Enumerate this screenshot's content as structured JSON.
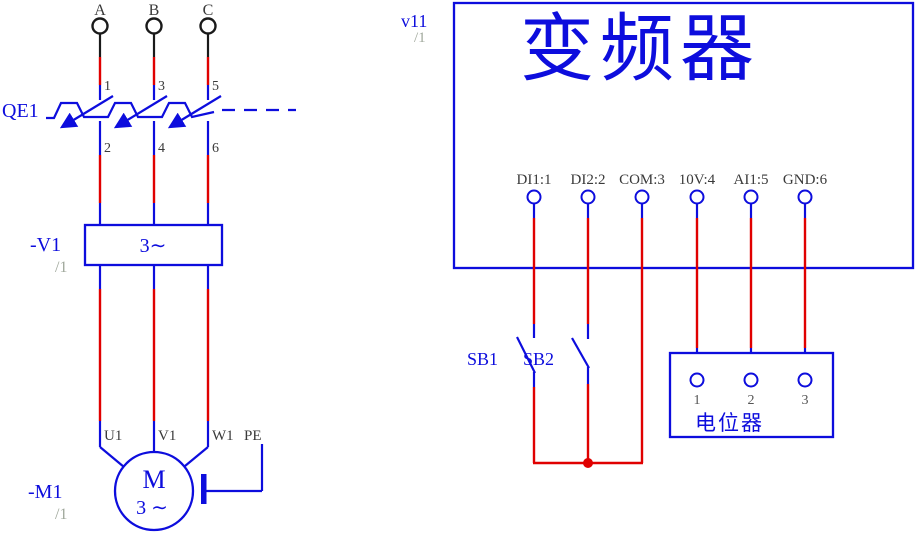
{
  "colors": {
    "wire_red": "#e00000",
    "symbol_blue": "#0d0ddd",
    "wire_black": "#1a1a1a",
    "annotation_gray": "#a0a89c",
    "text_dark": "#3a3a3a"
  },
  "left_circuit": {
    "phase_labels": [
      "A",
      "B",
      "C"
    ],
    "breaker": {
      "tag": "QE1",
      "top_pins": [
        "1",
        "3",
        "5"
      ],
      "bottom_pins": [
        "2",
        "4",
        "6"
      ]
    },
    "inverter_block": {
      "tag": "-V1",
      "page_ref": "/1",
      "inner_text": "3∼"
    },
    "motor": {
      "tag": "-M1",
      "page_ref": "/1",
      "letter": "M",
      "phase_text": "3 ∼",
      "wire_labels": [
        "U1",
        "V1",
        "W1"
      ],
      "pe_label": "PE"
    }
  },
  "right_circuit": {
    "device": {
      "tag": "v11",
      "page_ref": "/1",
      "title": "变频器"
    },
    "terminal_labels": [
      "DI1:1",
      "DI2:2",
      "COM:3",
      "10V:4",
      "AI1:5",
      "GND:6"
    ],
    "button_tags": [
      "SB1",
      "SB2"
    ],
    "potentiometer": {
      "title": "电位器",
      "pin_labels": [
        "1",
        "2",
        "3"
      ]
    }
  }
}
